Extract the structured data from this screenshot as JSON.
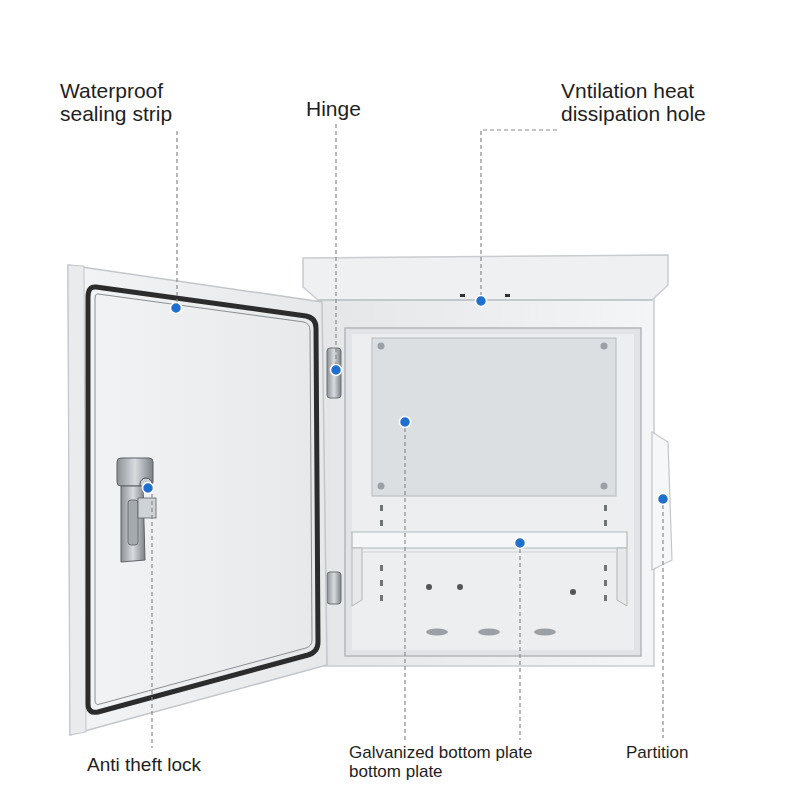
{
  "diagram": {
    "labels": [
      "Waterproof sealing strip",
      "Hinge",
      "Vntilation heat dissipation hole",
      "Anti theft lock",
      "Galvanized bottom plate bottom plate",
      "Partition"
    ]
  }
}
